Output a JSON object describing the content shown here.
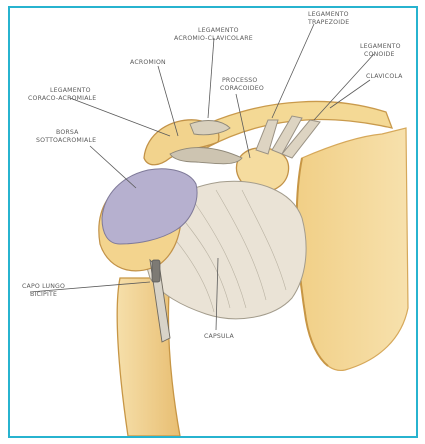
{
  "diagram": {
    "labels": {
      "legamento_acromio_clavicolare": [
        "LEGAMENTO",
        "ACROMIO-CLAVICOLARE"
      ],
      "legamento_trapezoide": [
        "LEGAMENTO",
        "TRAPEZOIDE"
      ],
      "legamento_conoide": [
        "LEGAMENTO",
        "CONOIDE"
      ],
      "acromion": "ACROMION",
      "processo_coracoideo": [
        "PROCESSO",
        "CORACOIDEO"
      ],
      "clavicola": "CLAVICOLA",
      "legamento_coraco_acromiale": [
        "LEGAMENTO",
        "CORACO-ACROMIALE"
      ],
      "borsa_sottoacromiale": [
        "BORSA",
        "SOTTOACROMIALE"
      ],
      "capo_lungo_bicipite": [
        "CAPO LUNGO",
        "BICIPITE"
      ],
      "capsula": "CAPSULA"
    },
    "colors": {
      "frame": "#27b3cf",
      "bone": "#f3d79a",
      "bone_shade": "#e3b86a",
      "bursa": "#b6b0cf",
      "ligament": "#d8d0c0",
      "line": "#5b5b5b"
    }
  }
}
